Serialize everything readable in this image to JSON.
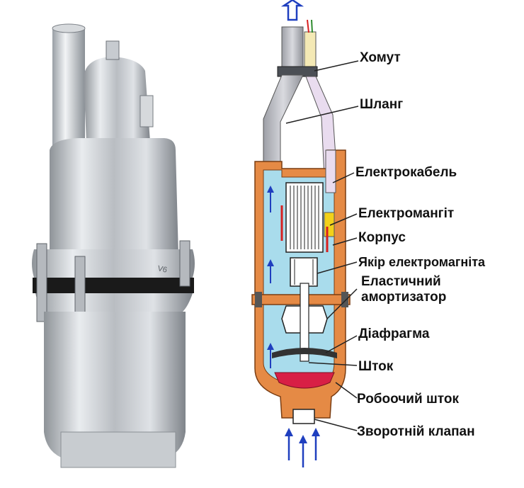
{
  "colors": {
    "body_orange": "#e58a45",
    "interior_blue": "#a9dcec",
    "flow_blue": "#1f3fbf",
    "hose_gray": "#b8b8bc",
    "coil_yellow": "#f2d11a",
    "valve_red": "#d81f45",
    "metal_silver": "#c9ccd0",
    "gasket_black": "#1a1a1a"
  },
  "labels": {
    "clamp": "Хомут",
    "hose": "Шланг",
    "cable": "Електрокабель",
    "electromagnet": "Електромангіт",
    "housing": "Корпус",
    "anchor": "Якір електромагніта",
    "damper_line1": "Еластичний",
    "damper_line2": "амортизатор",
    "diaphragm": "Діафрагма",
    "rod": "Шток",
    "working_rod": "Робоочий шток",
    "check_valve": "Зворотній клапан"
  },
  "pump_marking": "V6"
}
